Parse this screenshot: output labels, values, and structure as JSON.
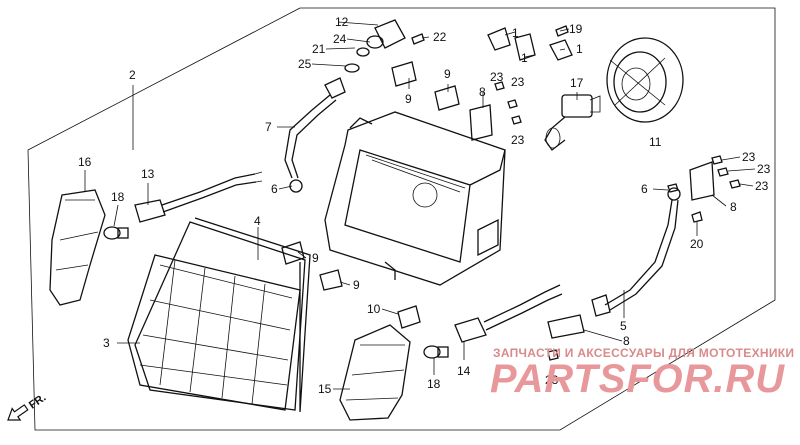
{
  "labels": {
    "l1a": "1",
    "l1b": "1",
    "l1c": "1",
    "l2": "2",
    "l3": "3",
    "l4": "4",
    "l5": "5",
    "l6a": "6",
    "l6b": "6",
    "l7": "7",
    "l8a": "8",
    "l8b": "8",
    "l8c": "8",
    "l9a": "9",
    "l9b": "9",
    "l9c": "9",
    "l9d": "9",
    "l10": "10",
    "l11": "11",
    "l12": "12",
    "l13": "13",
    "l14": "14",
    "l15": "15",
    "l16": "16",
    "l17": "17",
    "l18a": "18",
    "l18b": "18",
    "l19": "19",
    "l20": "20",
    "l21": "21",
    "l22": "22",
    "l23a": "23",
    "l23b": "23",
    "l23c": "23",
    "l23d": "23",
    "l23e": "23",
    "l23f": "23",
    "l23g": "23",
    "l24": "24",
    "l25": "25"
  },
  "direction_label": "FR.",
  "watermark": {
    "caption": "ЗАПЧАСТИ И АКСЕССУАРЫ ДЛЯ МОТОТЕХНИКИ",
    "brand": "PARTSFOR.RU"
  },
  "colors": {
    "lines": "#111111",
    "watermark": "#e8979a",
    "background": "#ffffff"
  }
}
